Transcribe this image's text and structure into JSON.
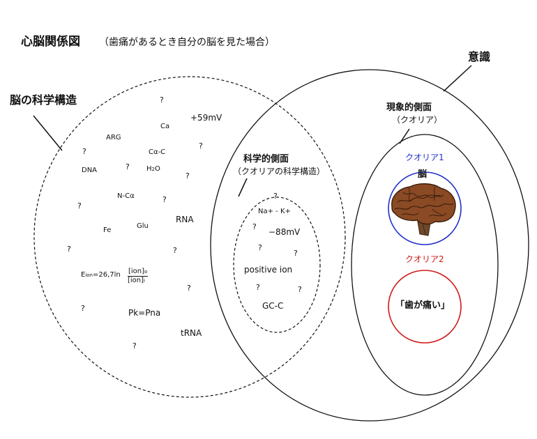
{
  "title": "心脳関係図",
  "subtitle": "（歯痛があるとき自分の脳を見た場合）",
  "labels": {
    "brain_science": "脳の科学構造",
    "consciousness": "意識",
    "scientific_side": "科学的側面",
    "scientific_side_sub": "（クオリアの科学構造）",
    "phenomenal_side": "現象的側面",
    "phenomenal_side_sub": "（クオリア）",
    "qualia1": "クオリア1",
    "brain_word": "脳",
    "qualia2": "クオリア2",
    "toothache": "「歯が痛い」"
  },
  "science_terms": {
    "mv59": "+59mV",
    "ca": "Ca",
    "arg": "ARG",
    "calpha_c": "Cα-C",
    "dna": "DNA",
    "h2o_h": "H",
    "h2o_2": "2",
    "h2o_o": "O",
    "ncalpha": "N-Cα",
    "rna": "RNA",
    "fe": "Fe",
    "glu": "Glu",
    "eq_e": "E",
    "eq_sub": "ion",
    "eq_mid": "=26,7ln",
    "eq_num": "[ion]",
    "eq_num_sub": "o",
    "eq_den": "[ion]",
    "eq_den_sub": "i",
    "pk": "Pk=Pna",
    "trna": "tRNA",
    "na_k": "Na+ - K+",
    "mv88": "−88mV",
    "positive_ion": "positive ion",
    "gc_c": "GC-C",
    "qmark": "?"
  },
  "colors": {
    "qualia1_circle": "#2030c8",
    "qualia2_circle": "#d01818",
    "brain_main": "#8a4a24",
    "brain_dark": "#3a1c0c",
    "brainstem": "#6e4a2a"
  },
  "icons": {
    "brain": "brain-icon"
  }
}
